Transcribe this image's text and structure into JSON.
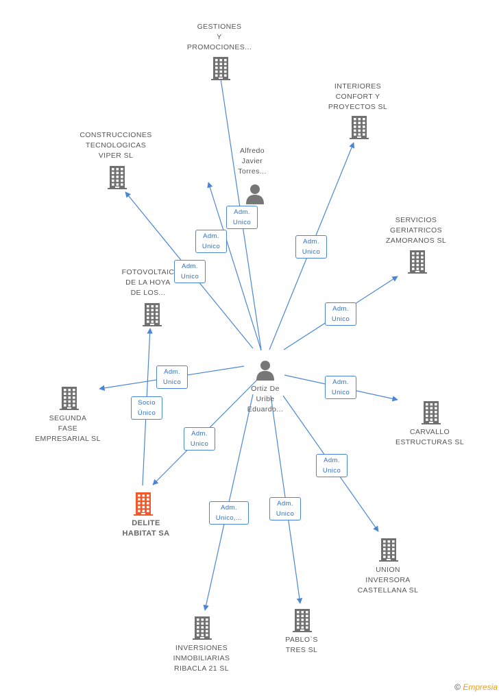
{
  "colors": {
    "edge": "#4a86d4",
    "company_icon": "#707070",
    "person_icon": "#777777",
    "highlight": "#f05a28",
    "label_text": "#555555",
    "edge_label_text": "#2f6fc8"
  },
  "persons": [
    {
      "id": "ortiz",
      "label": "Ortiz De\nUribe\nEduardo...",
      "icon": "person-icon"
    },
    {
      "id": "alfredo",
      "label": "Alfredo\nJavier\nTorres...",
      "icon": "person-icon"
    }
  ],
  "companies": [
    {
      "id": "gestiones",
      "label": "GESTIONES\nY\nPROMOCIONES...",
      "icon": "building-icon"
    },
    {
      "id": "interiores",
      "label": "INTERIORES\nCONFORT Y\nPROYECTOS SL",
      "icon": "building-icon"
    },
    {
      "id": "construcciones",
      "label": "CONSTRUCCIONES\nTECNOLOGICAS\nVIPER SL",
      "icon": "building-icon"
    },
    {
      "id": "servicios",
      "label": "SERVICIOS\nGERIATRICOS\nZAMORANOS SL",
      "icon": "building-icon"
    },
    {
      "id": "fotovoltaic",
      "label": "FOTOVOLTAIC\nDE LA HOYA\nDE LOS...",
      "icon": "building-icon"
    },
    {
      "id": "segunda",
      "label": "SEGUNDA\nFASE\nEMPRESARIAL SL",
      "icon": "building-icon"
    },
    {
      "id": "carvallo",
      "label": "CARVALLO\nESTRUCTURAS SL",
      "icon": "building-icon"
    },
    {
      "id": "delite",
      "label": "DELITE\nHABITAT SA",
      "icon": "building-icon",
      "highlight": true
    },
    {
      "id": "union",
      "label": "UNION\nINVERSORA\nCASTELLANA SL",
      "icon": "building-icon"
    },
    {
      "id": "inversiones",
      "label": "INVERSIONES\nINMOBILIARIAS\nRIBACLA 21 SL",
      "icon": "building-icon"
    },
    {
      "id": "pablos",
      "label": "PABLO`S\nTRES SL",
      "icon": "building-icon"
    }
  ],
  "edges": [
    {
      "from": "ortiz",
      "to": "gestiones",
      "label": "Adm.\nUnico"
    },
    {
      "from": "ortiz",
      "to": "construcciones",
      "label": "Adm.\nUnico"
    },
    {
      "from": "ortiz",
      "to": "interiores",
      "label": "Adm.\nUnico"
    },
    {
      "from": "ortiz",
      "to": "servicios",
      "label": "Adm.\nUnico"
    },
    {
      "from": "ortiz",
      "to": "segunda",
      "label": "Adm.\nUnico"
    },
    {
      "from": "ortiz",
      "to": "carvallo",
      "label": "Adm.\nUnico"
    },
    {
      "from": "ortiz",
      "to": "delite",
      "label": "Adm.\nUnico"
    },
    {
      "from": "ortiz",
      "to": "union",
      "label": "Adm.\nUnico"
    },
    {
      "from": "ortiz",
      "to": "inversiones",
      "label": "Adm.\nUnico,..."
    },
    {
      "from": "ortiz",
      "to": "pablos",
      "label": "Adm.\nUnico"
    },
    {
      "from": "alfredo",
      "to": "construcciones",
      "label": "Adm.\nUnico"
    },
    {
      "from": "delite",
      "to": "fotovoltaic",
      "label": "Socio\nÚnico"
    }
  ],
  "copyright": {
    "symbol": "©",
    "brand": "Empresia"
  }
}
